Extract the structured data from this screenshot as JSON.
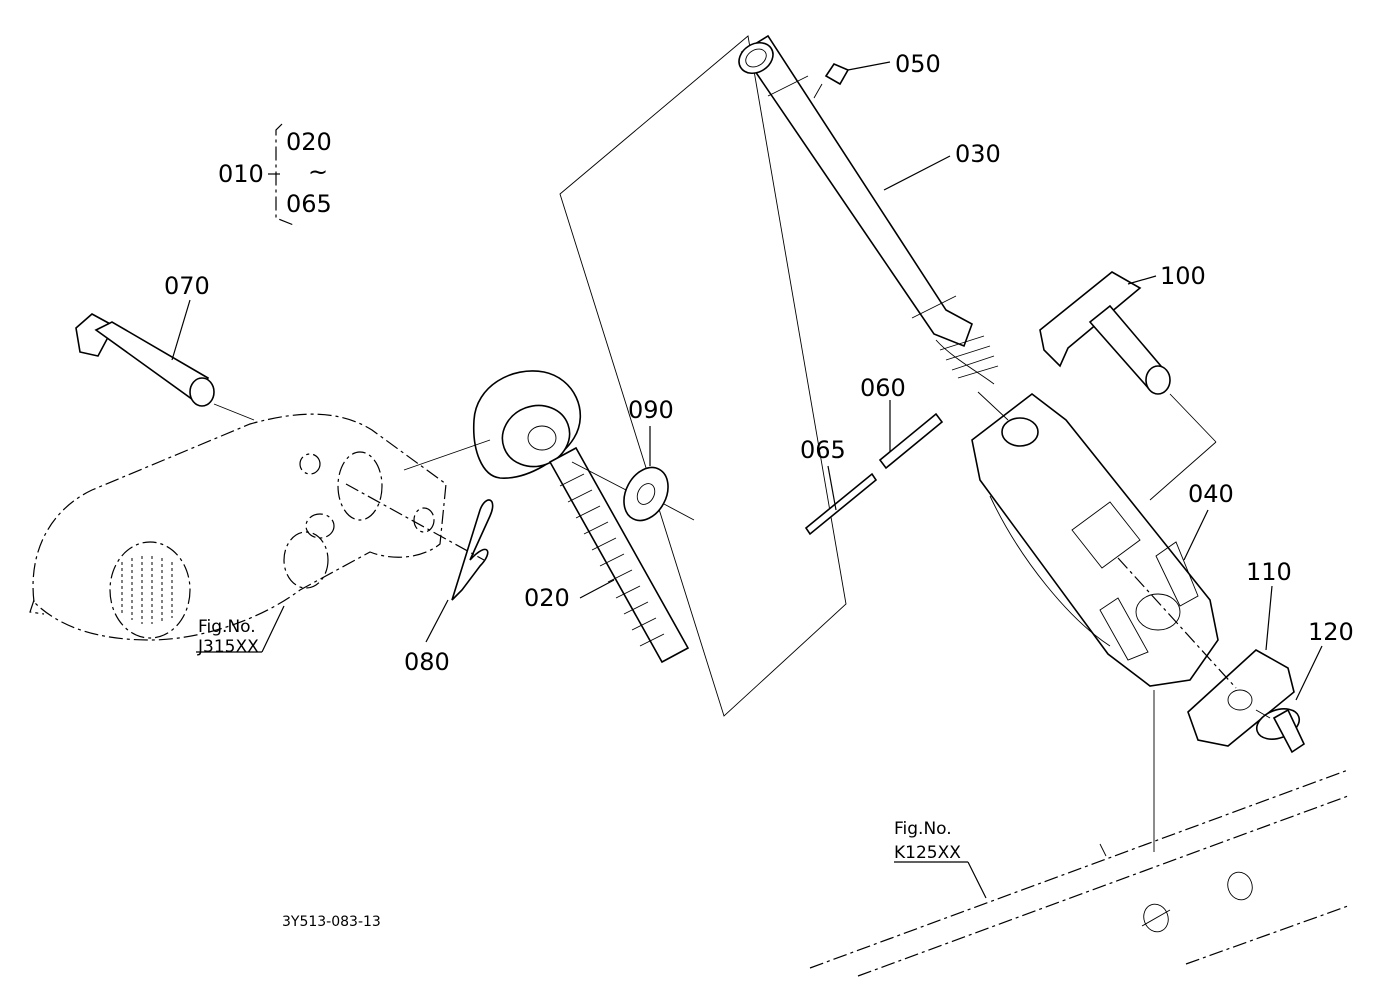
{
  "diagram": {
    "assembly_range": {
      "parent": "010",
      "from": "020",
      "tilde": "~",
      "to": "065"
    },
    "callouts": [
      {
        "id": "050",
        "text": "050"
      },
      {
        "id": "030",
        "text": "030"
      },
      {
        "id": "100",
        "text": "100"
      },
      {
        "id": "070",
        "text": "070"
      },
      {
        "id": "090",
        "text": "090"
      },
      {
        "id": "060",
        "text": "060"
      },
      {
        "id": "065",
        "text": "065"
      },
      {
        "id": "040",
        "text": "040"
      },
      {
        "id": "110",
        "text": "110"
      },
      {
        "id": "120",
        "text": "120"
      },
      {
        "id": "020",
        "text": "020"
      },
      {
        "id": "080",
        "text": "080"
      }
    ],
    "references": [
      {
        "id": "ref-j315",
        "line1": "Fig.No.",
        "line2": "J315XX"
      },
      {
        "id": "ref-k125",
        "line1": "Fig.No.",
        "line2": "K125XX"
      }
    ],
    "drawing_code": "3Y513-083-13"
  }
}
